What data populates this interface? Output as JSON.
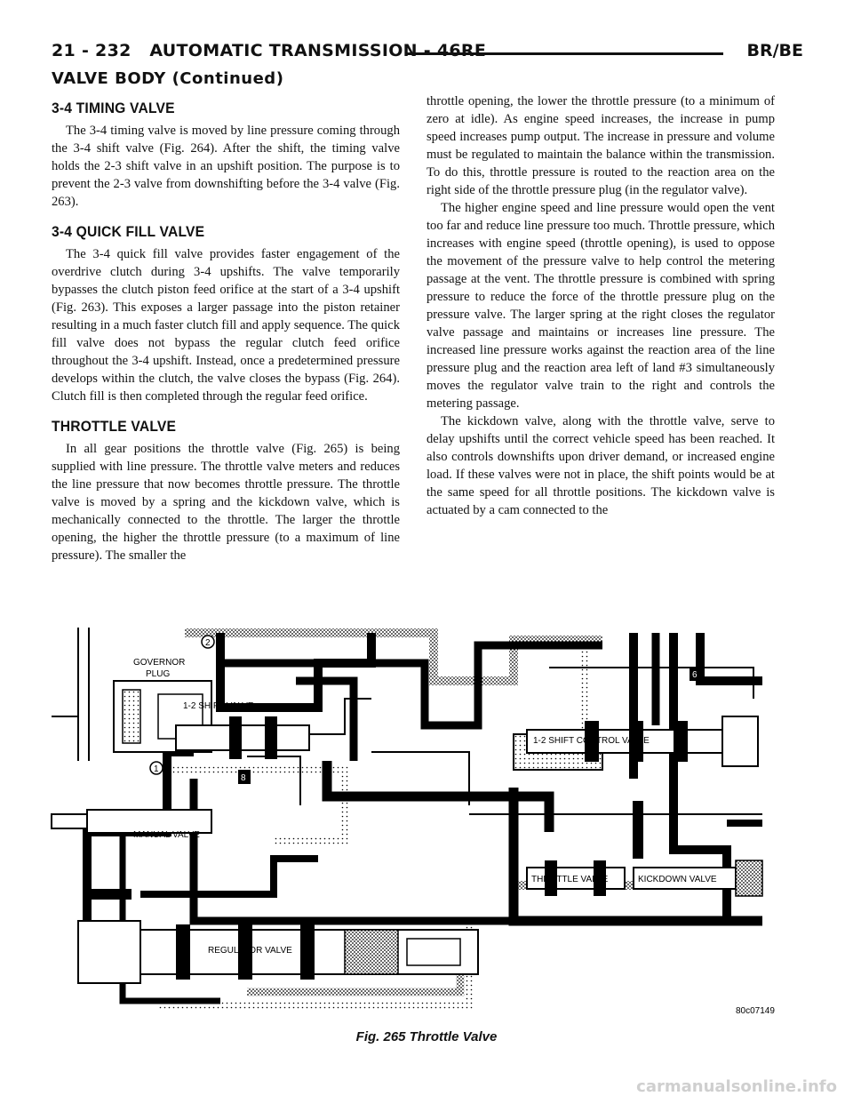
{
  "header": {
    "page_ref": "21 - 232",
    "title": "AUTOMATIC TRANSMISSION - 46RE",
    "model": "BR/BE"
  },
  "section_title": "VALVE BODY (Continued)",
  "left_column": {
    "sections": [
      {
        "heading": "3-4 TIMING VALVE",
        "paragraphs": [
          "The 3-4 timing valve is moved by line pressure coming through the 3-4 shift valve (Fig. 264). After the shift, the timing valve holds the 2-3 shift valve in an upshift position. The purpose is to prevent the 2-3 valve from downshifting before the 3-4 valve (Fig. 263)."
        ]
      },
      {
        "heading": "3-4 QUICK FILL VALVE",
        "paragraphs": [
          "The 3-4 quick fill valve provides faster engagement of the overdrive clutch during 3-4 upshifts. The valve temporarily bypasses the clutch piston feed orifice at the start of a 3-4 upshift (Fig. 263). This exposes a larger passage into the piston retainer resulting in a much faster clutch fill and apply sequence. The quick fill valve does not bypass the regular clutch feed orifice throughout the 3-4 upshift. Instead, once a predetermined pressure develops within the clutch, the valve closes the bypass (Fig. 264). Clutch fill is then completed through the regular feed orifice."
        ]
      },
      {
        "heading": "THROTTLE VALVE",
        "paragraphs": [
          "In all gear positions the throttle valve (Fig. 265) is being supplied with line pressure. The throttle valve meters and reduces the line pressure that now becomes throttle pressure. The throttle valve is moved by a spring and the kickdown valve, which is mechanically connected to the throttle. The larger the throttle opening, the higher the throttle pressure (to a maximum of line pressure). The smaller the"
        ]
      }
    ]
  },
  "right_column": {
    "continuation": "throttle opening, the lower the throttle pressure (to a minimum of zero at idle). As engine speed increases, the increase in pump speed increases pump output. The increase in pressure and volume must be regulated to maintain the balance within the transmission. To do this, throttle pressure is routed to the reaction area on the right side of the throttle pressure plug (in the regulator valve).",
    "paragraphs": [
      "The higher engine speed and line pressure would open the vent too far and reduce line pressure too much. Throttle pressure, which increases with engine speed (throttle opening), is used to oppose the movement of the pressure valve to help control the metering passage at the vent. The throttle pressure is combined with spring pressure to reduce the force of the throttle pressure plug on the pressure valve. The larger spring at the right closes the regulator valve passage and maintains or increases line pressure. The increased line pressure works against the reaction area of the line pressure plug and the reaction area left of land #3 simultaneously moves the regulator valve train to the right and controls the metering passage.",
      "The kickdown valve, along with the throttle valve, serve to delay upshifts until the correct vehicle speed has been reached. It also controls downshifts upon driver demand, or increased engine load. If these valves were not in place, the shift points would be at the same speed for all throttle positions. The kickdown valve is actuated by a cam connected to the"
    ]
  },
  "figure": {
    "labels": {
      "governor": "GOVERNOR",
      "plug": "PLUG",
      "shift_12": "1-2 SHIFT VALVE",
      "shift_control": "1-2 SHIFT CONTROL VALVE",
      "manual": "MANUAL VALVE",
      "throttle": "THROTTLE VALVE",
      "kickdown": "KICKDOWN VALVE",
      "regulator": "REGULATOR VALVE",
      "code": "80c07149",
      "n1": "1",
      "n2": "2",
      "n6": "6",
      "n8": "8"
    },
    "caption": "Fig. 265 Throttle Valve"
  },
  "watermark": "carmanualsonline.info"
}
